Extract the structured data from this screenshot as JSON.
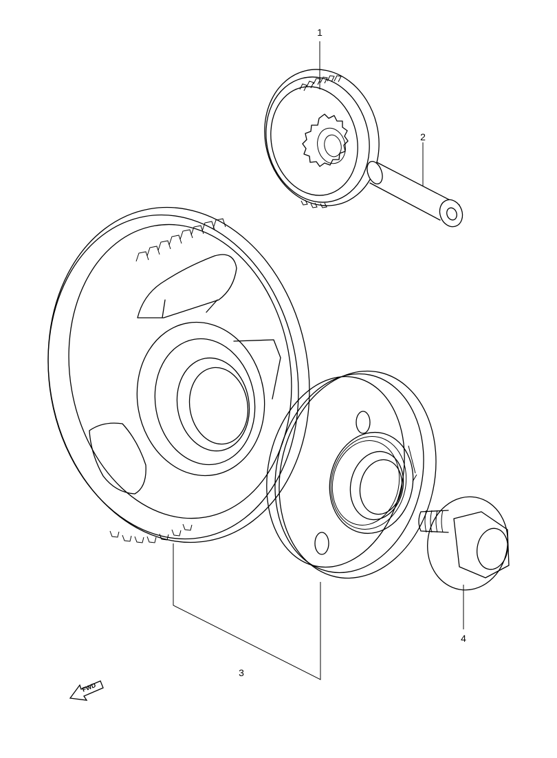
{
  "callouts": {
    "part1": "1",
    "part2": "2",
    "part3": "3",
    "part4": "4"
  },
  "fwd_arrow": {
    "text": "FWD"
  },
  "colors": {
    "line": "#000000",
    "background": "#ffffff"
  }
}
